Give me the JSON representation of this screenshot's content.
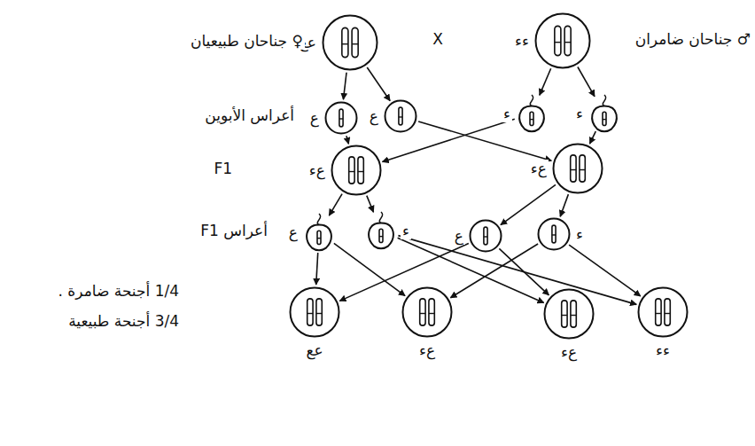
{
  "diagram": {
    "nodes": [
      {
        "text": [
          "عع"
        ]
      },
      {
        "text": [
          "ءء"
        ]
      },
      {
        "text": [
          "ع"
        ]
      },
      {
        "text": [
          "ع"
        ]
      },
      {
        "text": [
          "ء"
        ]
      },
      {
        "text": [
          "ء"
        ]
      },
      {
        "text": [
          "عء"
        ]
      },
      {
        "text": [
          "عء"
        ]
      },
      {
        "text": [
          "ع"
        ]
      },
      {
        "text": [
          "ء"
        ]
      },
      {
        "text": [
          "ع"
        ]
      },
      {
        "text": [
          "ء"
        ]
      },
      {
        "text": [
          "عع"
        ]
      },
      {
        "text": [
          "عء"
        ]
      },
      {
        "text": [
          "عء"
        ]
      },
      {
        "text": [
          "ءء"
        ]
      }
    ],
    "edges": [
      {
        "from": 0,
        "to": 2,
        "arrow": "to"
      },
      {
        "from": 0,
        "to": 3,
        "arrow": "to"
      },
      {
        "from": 1,
        "to": 4,
        "arrow": "to"
      },
      {
        "from": 1,
        "to": 5,
        "arrow": "to"
      },
      {
        "from": 2,
        "to": 6,
        "arrow": "to"
      },
      {
        "from": 4,
        "to": 6,
        "arrow": "to"
      },
      {
        "from": 3,
        "to": 7,
        "arrow": "to"
      },
      {
        "from": 5,
        "to": 7,
        "arrow": "to"
      },
      {
        "from": 6,
        "to": 8,
        "arrow": "to"
      },
      {
        "from": 6,
        "to": 9,
        "arrow": "to"
      },
      {
        "from": 7,
        "to": 10,
        "arrow": "to"
      },
      {
        "from": 7,
        "to": 11,
        "arrow": "to"
      },
      {
        "from": 8,
        "to": 12,
        "arrow": "to"
      },
      {
        "from": 10,
        "to": 12,
        "arrow": "to"
      },
      {
        "from": 8,
        "to": 13,
        "arrow": "to"
      },
      {
        "from": 11,
        "to": 13,
        "arrow": "to"
      },
      {
        "from": 9,
        "to": 14,
        "arrow": "to"
      },
      {
        "from": 10,
        "to": 14,
        "arrow": "to"
      },
      {
        "from": 9,
        "to": 15,
        "arrow": "to"
      },
      {
        "from": 11,
        "to": 15,
        "arrow": "to"
      }
    ],
    "labels": [
      "♀ جناحان طبيعيان",
      "X",
      "♂ جناحان ضامران",
      "أعراس الأبوين",
      "F1",
      "أعراس F1",
      "1/4 أجنحة ضامرة .",
      "3/4 أجنحة طبيعية"
    ]
  }
}
